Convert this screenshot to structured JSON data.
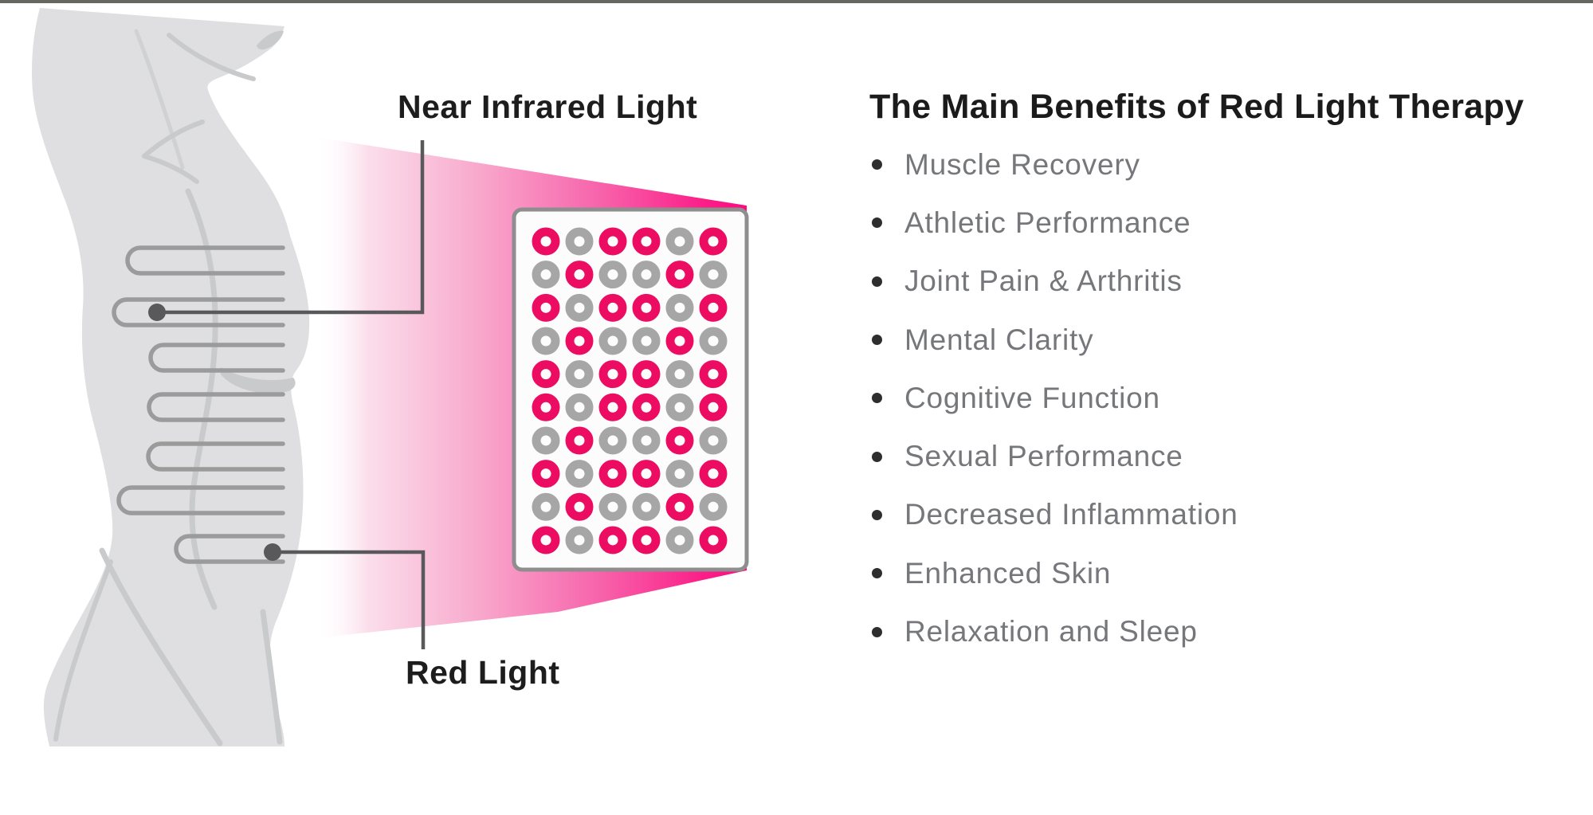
{
  "page": {
    "background": "#ffffff",
    "top_strip_color": "#45453f"
  },
  "diagram": {
    "near_infrared_label": "Near Infrared Light",
    "red_light_label": "Red Light",
    "body_color": "#dfdfe1",
    "body_detail_color": "#c9cacc",
    "coil_color": "#9b9b9b",
    "leader_color": "#59595b",
    "beam_bright_color": "#ff0980",
    "beam_mid_color": "#f8a8cc",
    "panel": {
      "rows": 10,
      "cols": 6,
      "pattern": [
        "RGRRGR",
        "GRGGRG",
        "RGRRGR",
        "GRGGRG",
        "RGRRGR",
        "RGRRGR",
        "GRGGRG",
        "RGRRGR",
        "GRGGRG",
        "RGRRGR"
      ],
      "led_on_color": "#ec0d62",
      "led_off_color": "#a6a6a6",
      "frame_color": "#8e8e8e",
      "fill_color": "#fcfcfc"
    }
  },
  "benefits": {
    "title": "The Main Benefits of Red Light Therapy",
    "title_color": "#1b1b1b",
    "item_color": "#76777a",
    "bullet_color": "#2e2e2e",
    "items": [
      "Muscle Recovery",
      "Athletic Performance",
      "Joint Pain & Arthritis",
      "Mental Clarity",
      "Cognitive Function",
      "Sexual Performance",
      "Decreased Inflammation",
      "Enhanced Skin",
      "Relaxation and Sleep"
    ]
  }
}
